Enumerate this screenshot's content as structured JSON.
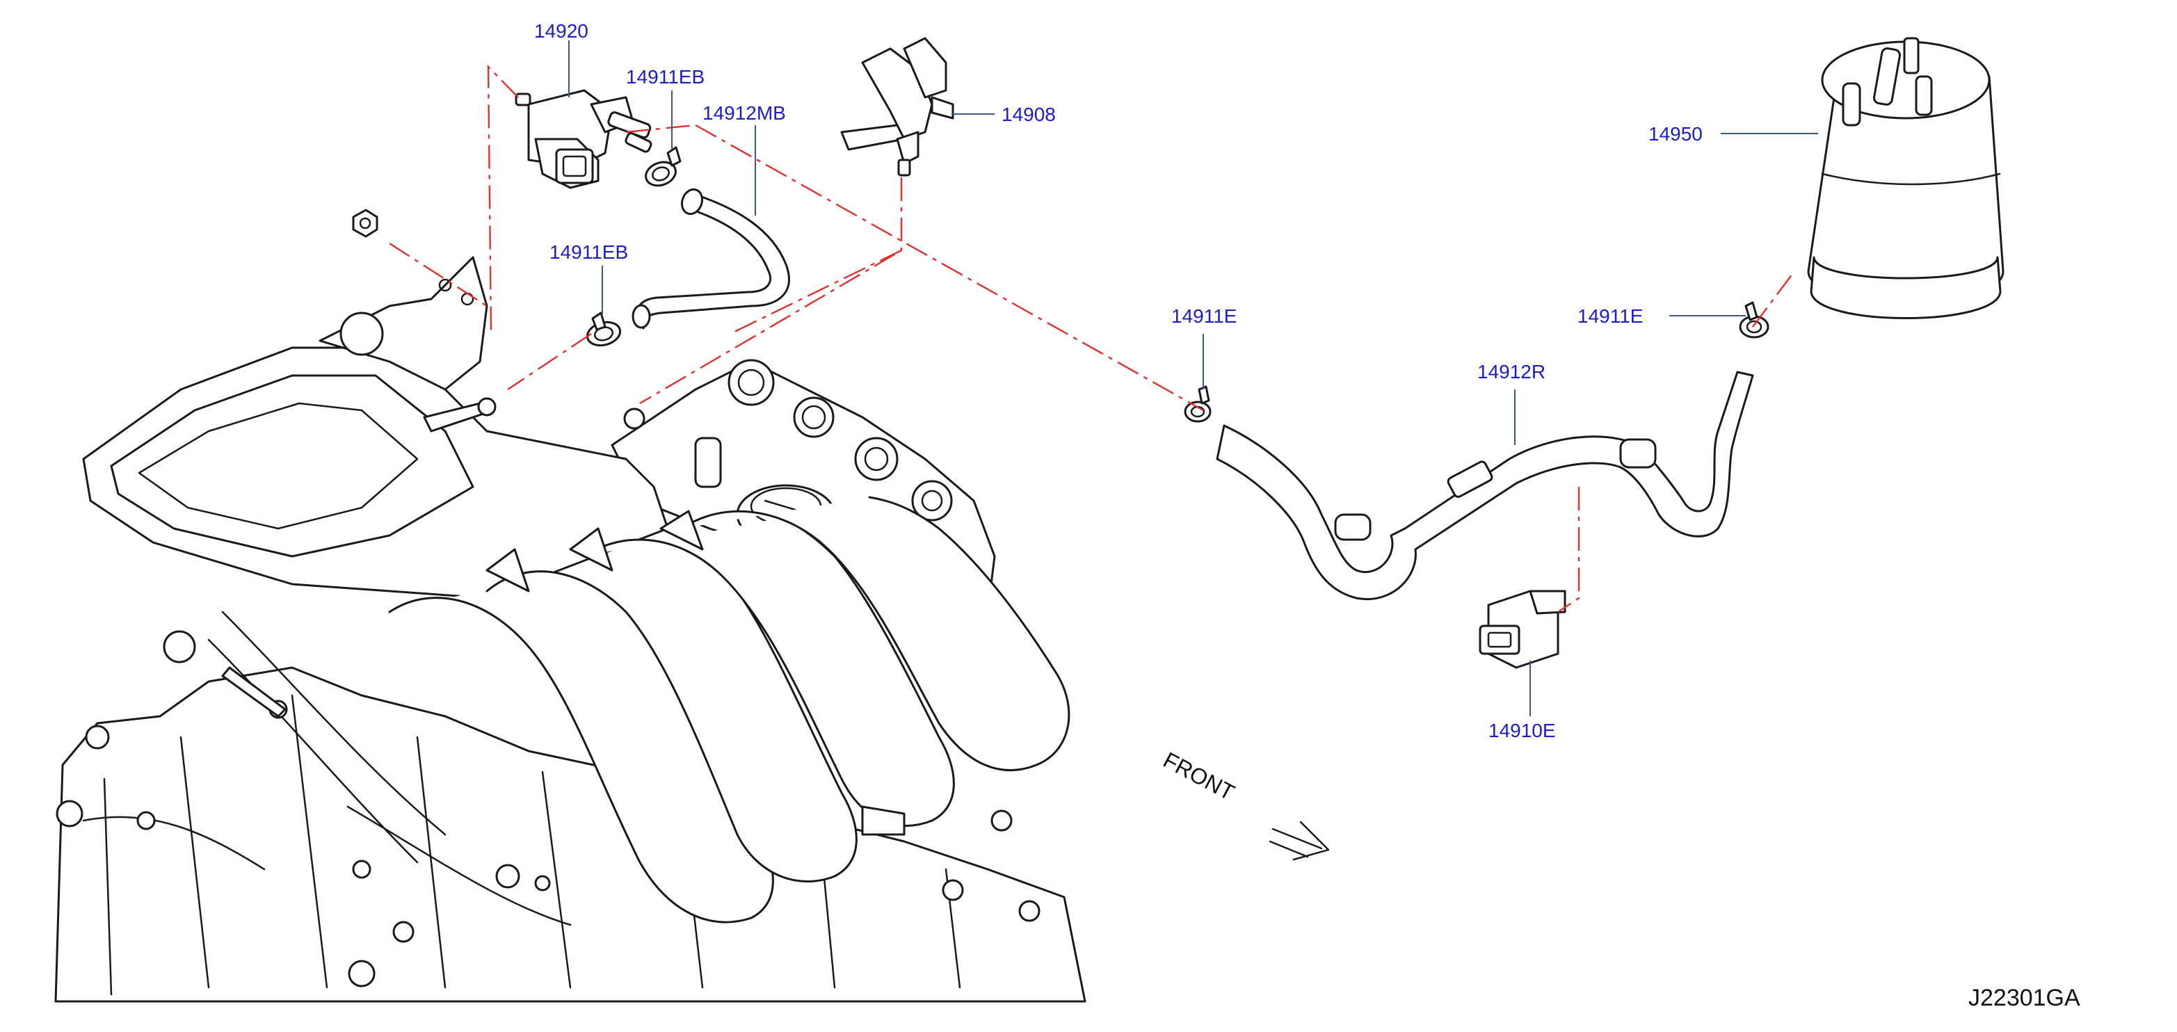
{
  "diagram": {
    "callouts": [
      {
        "id": "p14920",
        "text": "14920"
      },
      {
        "id": "p14911eb_top",
        "text": "14911EB"
      },
      {
        "id": "p14912mb",
        "text": "14912MB"
      },
      {
        "id": "p14908",
        "text": "14908"
      },
      {
        "id": "p14911eb_mid",
        "text": "14911EB"
      },
      {
        "id": "p14950",
        "text": "14950"
      },
      {
        "id": "p14911e_left",
        "text": "14911E"
      },
      {
        "id": "p14911e_right",
        "text": "14911E"
      },
      {
        "id": "p14912r",
        "text": "14912R"
      },
      {
        "id": "p14910e",
        "text": "14910E"
      }
    ],
    "direction_label": "FRONT",
    "drawing_code": "J22301GA",
    "colors": {
      "callout_text": "#1c1cc8",
      "leader_line": "#3a5a8a",
      "phantom_line": "#e03030",
      "outline": "#1a1a1a"
    }
  }
}
